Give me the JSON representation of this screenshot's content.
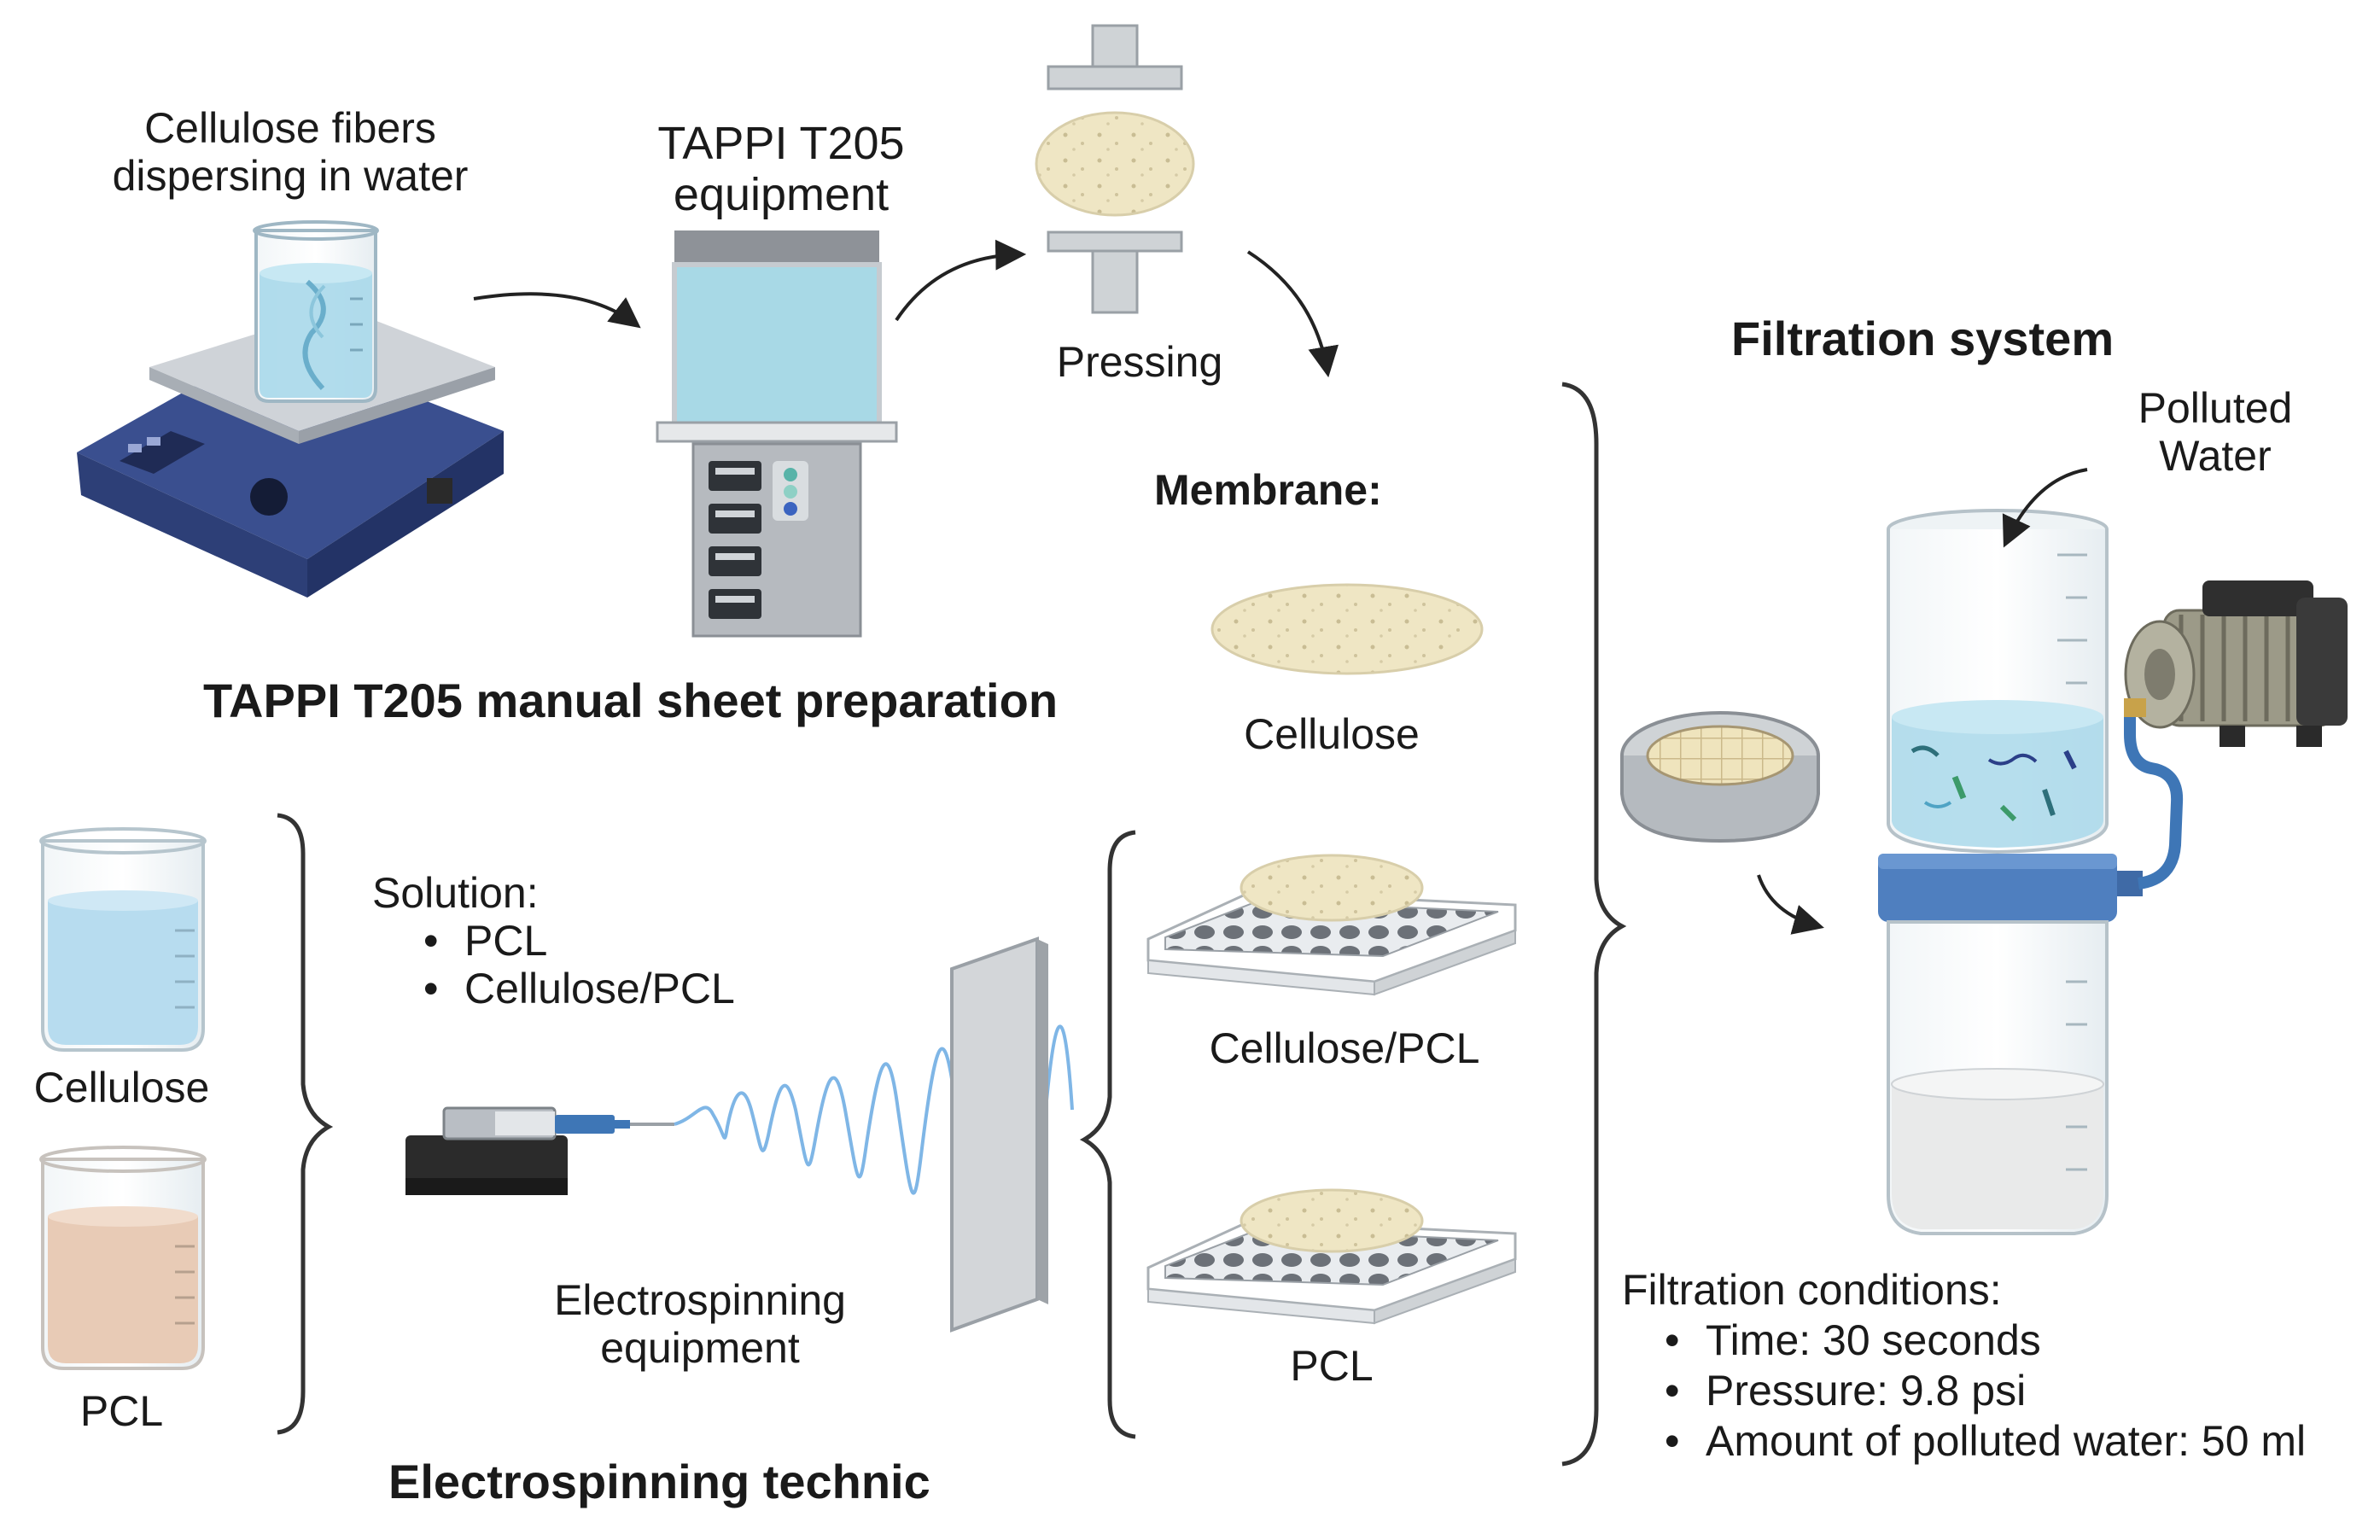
{
  "top": {
    "stirrer_caption": "Cellulose fibers dispersing in water",
    "stirrer_caption_l1": "Cellulose fibers",
    "stirrer_caption_l2": "dispersing in water",
    "tappi_caption_l1": "TAPPI T205",
    "tappi_caption_l2": "equipment",
    "pressing_caption": "Pressing",
    "section_title": "TAPPI T205 manual sheet preparation"
  },
  "membrane": {
    "title": "Membrane:",
    "items": [
      "Cellulose",
      "Cellulose/PCL",
      "PCL"
    ]
  },
  "electrospinning": {
    "beakers": [
      "Cellulose",
      "PCL"
    ],
    "solution_title": "Solution:",
    "solution_items": [
      "PCL",
      "Cellulose/PCL"
    ],
    "equipment_l1": "Electrospinning",
    "equipment_l2": "equipment",
    "section_title": "Electrospinning technic"
  },
  "filtration": {
    "title": "Filtration system",
    "polluted_l1": "Polluted",
    "polluted_l2": "Water",
    "conditions_title": "Filtration conditions:",
    "conditions": [
      "Time: 30 seconds",
      "Pressure: 9.8 psi",
      "Amount of polluted water: 50 ml"
    ]
  },
  "colors": {
    "water": "#a9d8ea",
    "stirrer_blue": "#3a4f8f",
    "membrane_beige": "#efe6c4",
    "clamp_blue": "#4f7fbf",
    "fiber_blue": "#7fb6e6",
    "pcl_solution": "#e8cbb6"
  }
}
